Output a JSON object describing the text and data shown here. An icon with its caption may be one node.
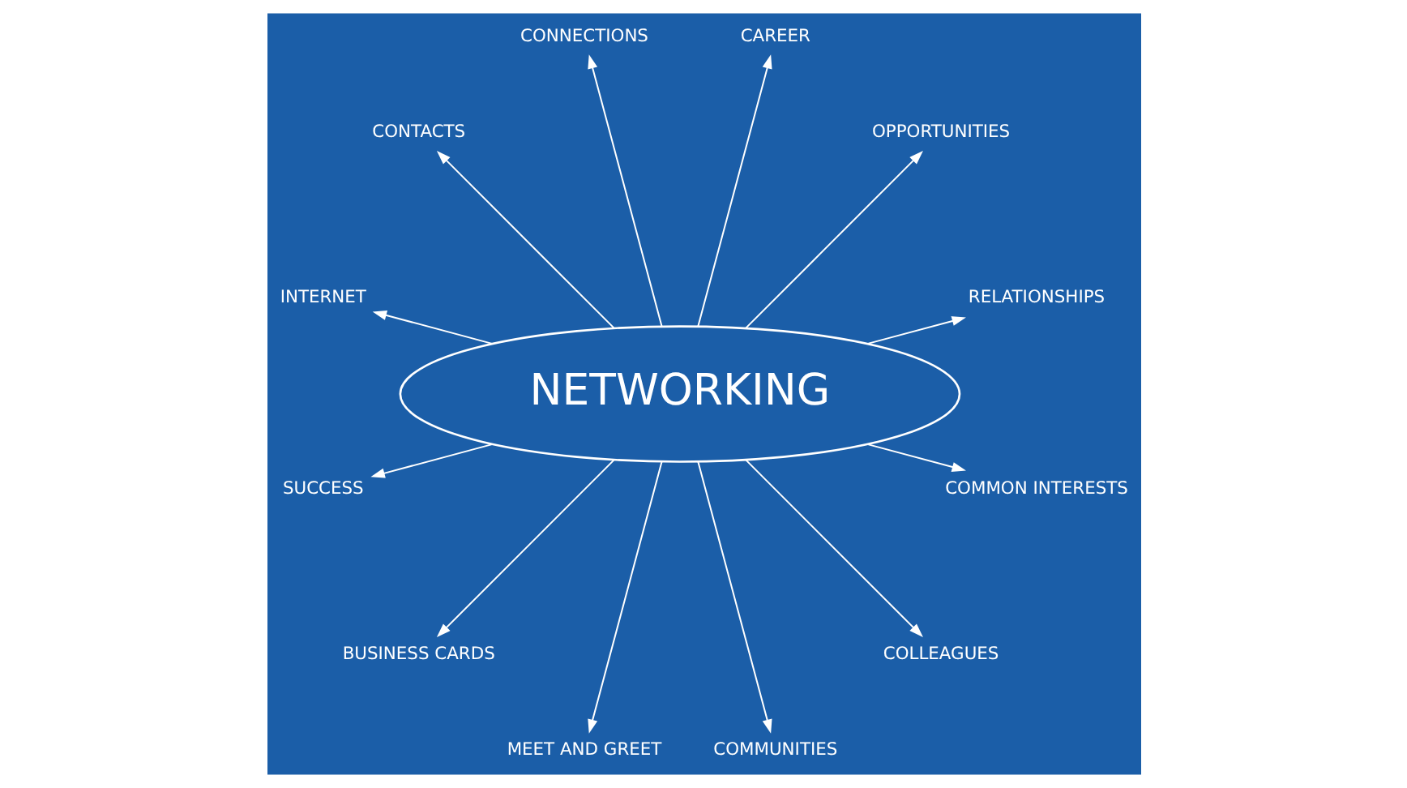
{
  "diagram": {
    "nodes": [
      {
        "text": [
          "NETWORKING"
        ]
      },
      {
        "text": [
          "RELATIONSHIPS"
        ]
      },
      {
        "text": [
          "OPPORTUNITIES"
        ]
      },
      {
        "text": [
          "CAREER"
        ]
      },
      {
        "text": [
          "CONNECTIONS"
        ]
      },
      {
        "text": [
          "CONTACTS"
        ]
      },
      {
        "text": [
          "INTERNET"
        ]
      },
      {
        "text": [
          "SUCCESS"
        ]
      },
      {
        "text": [
          "BUSINESS CARDS"
        ]
      },
      {
        "text": [
          "MEET AND GREET"
        ]
      },
      {
        "text": [
          "COMMUNITIES"
        ]
      },
      {
        "text": [
          "COLLEAGUES"
        ]
      },
      {
        "text": [
          "COMMON INTERESTS"
        ]
      }
    ],
    "edges": [
      {
        "from": 0,
        "to": 1,
        "arrow": "to"
      },
      {
        "from": 0,
        "to": 2,
        "arrow": "to"
      },
      {
        "from": 0,
        "to": 3,
        "arrow": "to"
      },
      {
        "from": 0,
        "to": 4,
        "arrow": "to"
      },
      {
        "from": 0,
        "to": 5,
        "arrow": "to"
      },
      {
        "from": 0,
        "to": 6,
        "arrow": "to"
      },
      {
        "from": 0,
        "to": 7,
        "arrow": "to"
      },
      {
        "from": 0,
        "to": 8,
        "arrow": "to"
      },
      {
        "from": 0,
        "to": 9,
        "arrow": "to"
      },
      {
        "from": 0,
        "to": 10,
        "arrow": "to"
      },
      {
        "from": 0,
        "to": 11,
        "arrow": "to"
      },
      {
        "from": 0,
        "to": 12,
        "arrow": "to"
      }
    ]
  }
}
